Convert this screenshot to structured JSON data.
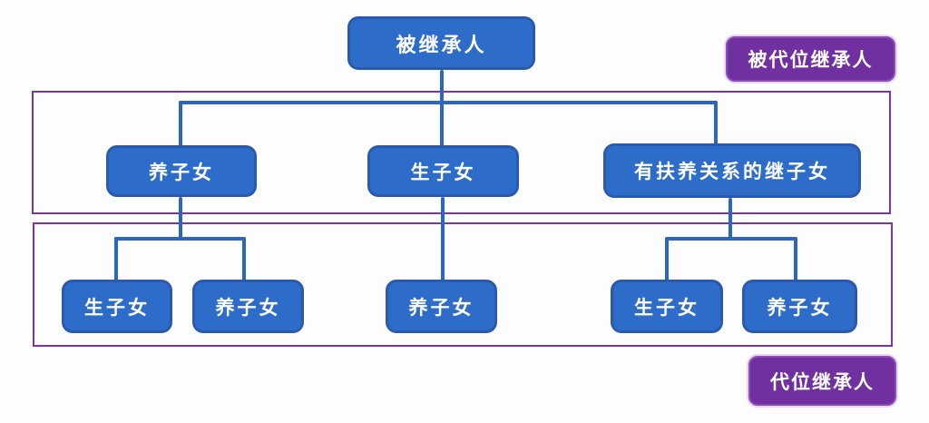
{
  "diagram": {
    "title_context": "inheritance-family-tree",
    "colors": {
      "bg": "#fdfdfd",
      "node_fill": "#2d6cc8",
      "node_border": "#2a59ae",
      "connector": "#2c66c2",
      "group_border": "#7a35a5",
      "label_fill": "#7030a0",
      "label_border": "#8d4cb8",
      "text": "#ffffff"
    },
    "root": {
      "label": "被继承人"
    },
    "level2": [
      {
        "label": "养子女"
      },
      {
        "label": "生子女"
      },
      {
        "label": "有扶养关系的继子女"
      }
    ],
    "level3": [
      {
        "label": "生子女"
      },
      {
        "label": "养子女"
      },
      {
        "label": "养子女"
      },
      {
        "label": "生子女"
      },
      {
        "label": "养子女"
      }
    ],
    "annotations": {
      "top_right": "被代位继承人",
      "bottom_right": "代位继承人"
    }
  }
}
